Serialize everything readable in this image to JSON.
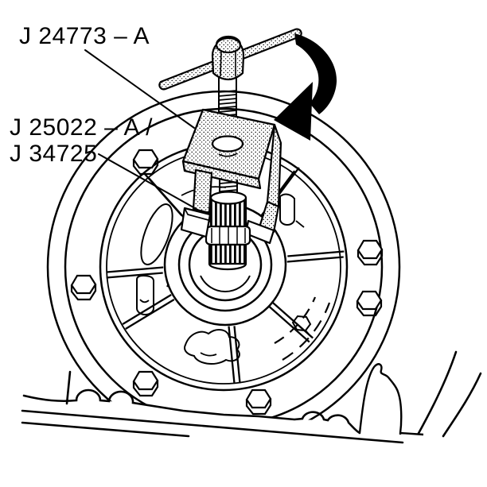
{
  "figure": {
    "type": "service-manual-line-diagram",
    "background_color": "#ffffff",
    "line_color": "#000000",
    "callouts": {
      "top_tool_label": "J 24773 – A",
      "mid_tool_label_line1": "J 25022 – A /",
      "mid_tool_label_line2": "J 34725"
    },
    "icons": {
      "rotation_arrow": "curved-rotation-arrow-down-left"
    }
  }
}
